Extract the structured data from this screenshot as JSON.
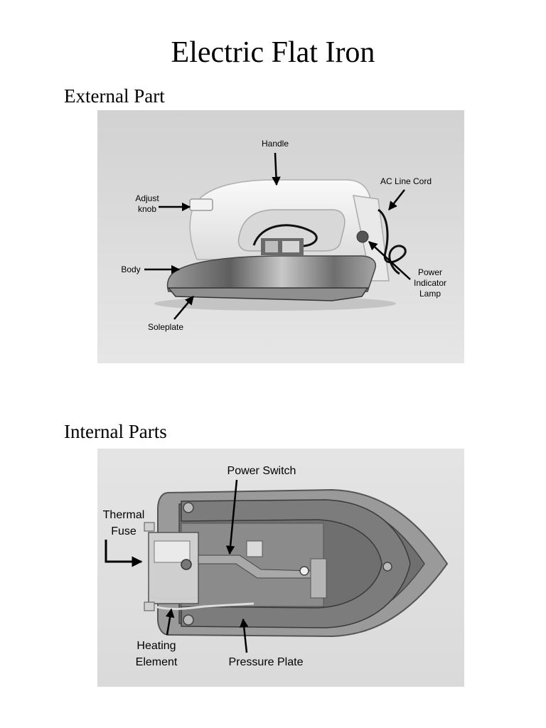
{
  "title": "Electric Flat Iron",
  "sections": {
    "external": {
      "heading": "External Part",
      "labels": {
        "handle": "Handle",
        "ac_line_cord": "AC Line Cord",
        "adjust_knob_1": "Adjust",
        "adjust_knob_2": "knob",
        "body": "Body",
        "power_lamp_1": "Power",
        "power_lamp_2": "Indicator",
        "power_lamp_3": "Lamp",
        "soleplate": "Soleplate"
      }
    },
    "internal": {
      "heading": "Internal Parts",
      "labels": {
        "power_switch": "Power Switch",
        "thermal_fuse_1": "Thermal",
        "thermal_fuse_2": "Fuse",
        "heating_element_1": "Heating",
        "heating_element_2": "Element",
        "pressure_plate": "Pressure Plate"
      }
    }
  },
  "colors": {
    "photo_bg_top": "#d6d6d6",
    "photo_bg_bottom": "#e4e4e4",
    "metal": "#8a8a8a",
    "dark_metal": "#5a5a5a",
    "handle": "#efefef"
  }
}
